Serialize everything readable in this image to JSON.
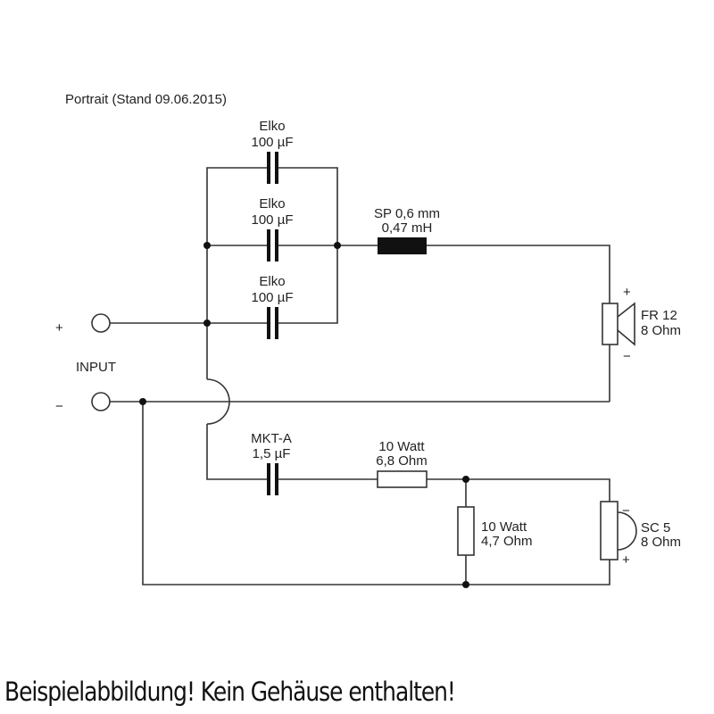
{
  "title": "Portrait (Stand 09.06.2015)",
  "input": {
    "label": "INPUT",
    "plus": "+",
    "minus": "−"
  },
  "caps_top": [
    {
      "name": "Elko",
      "value": "100 µF"
    },
    {
      "name": "Elko",
      "value": "100 µF"
    },
    {
      "name": "Elko",
      "value": "100 µF"
    }
  ],
  "inductor": {
    "name": "SP 0,6 mm",
    "value": "0,47 mH"
  },
  "woofer": {
    "name": "FR 12",
    "value": "8 Ohm",
    "plus": "+",
    "minus": "−"
  },
  "cap_low": {
    "name": "MKT-A",
    "value": "1,5 µF"
  },
  "res_series": {
    "name": "10 Watt",
    "value": "6,8 Ohm"
  },
  "res_shunt": {
    "name": "10 Watt",
    "value": "4,7 Ohm"
  },
  "tweeter": {
    "name": "SC 5",
    "value": "8 Ohm",
    "plus": "+",
    "minus": "−"
  },
  "footer": "Beispielabbildung! Kein Gehäuse enthalten!"
}
